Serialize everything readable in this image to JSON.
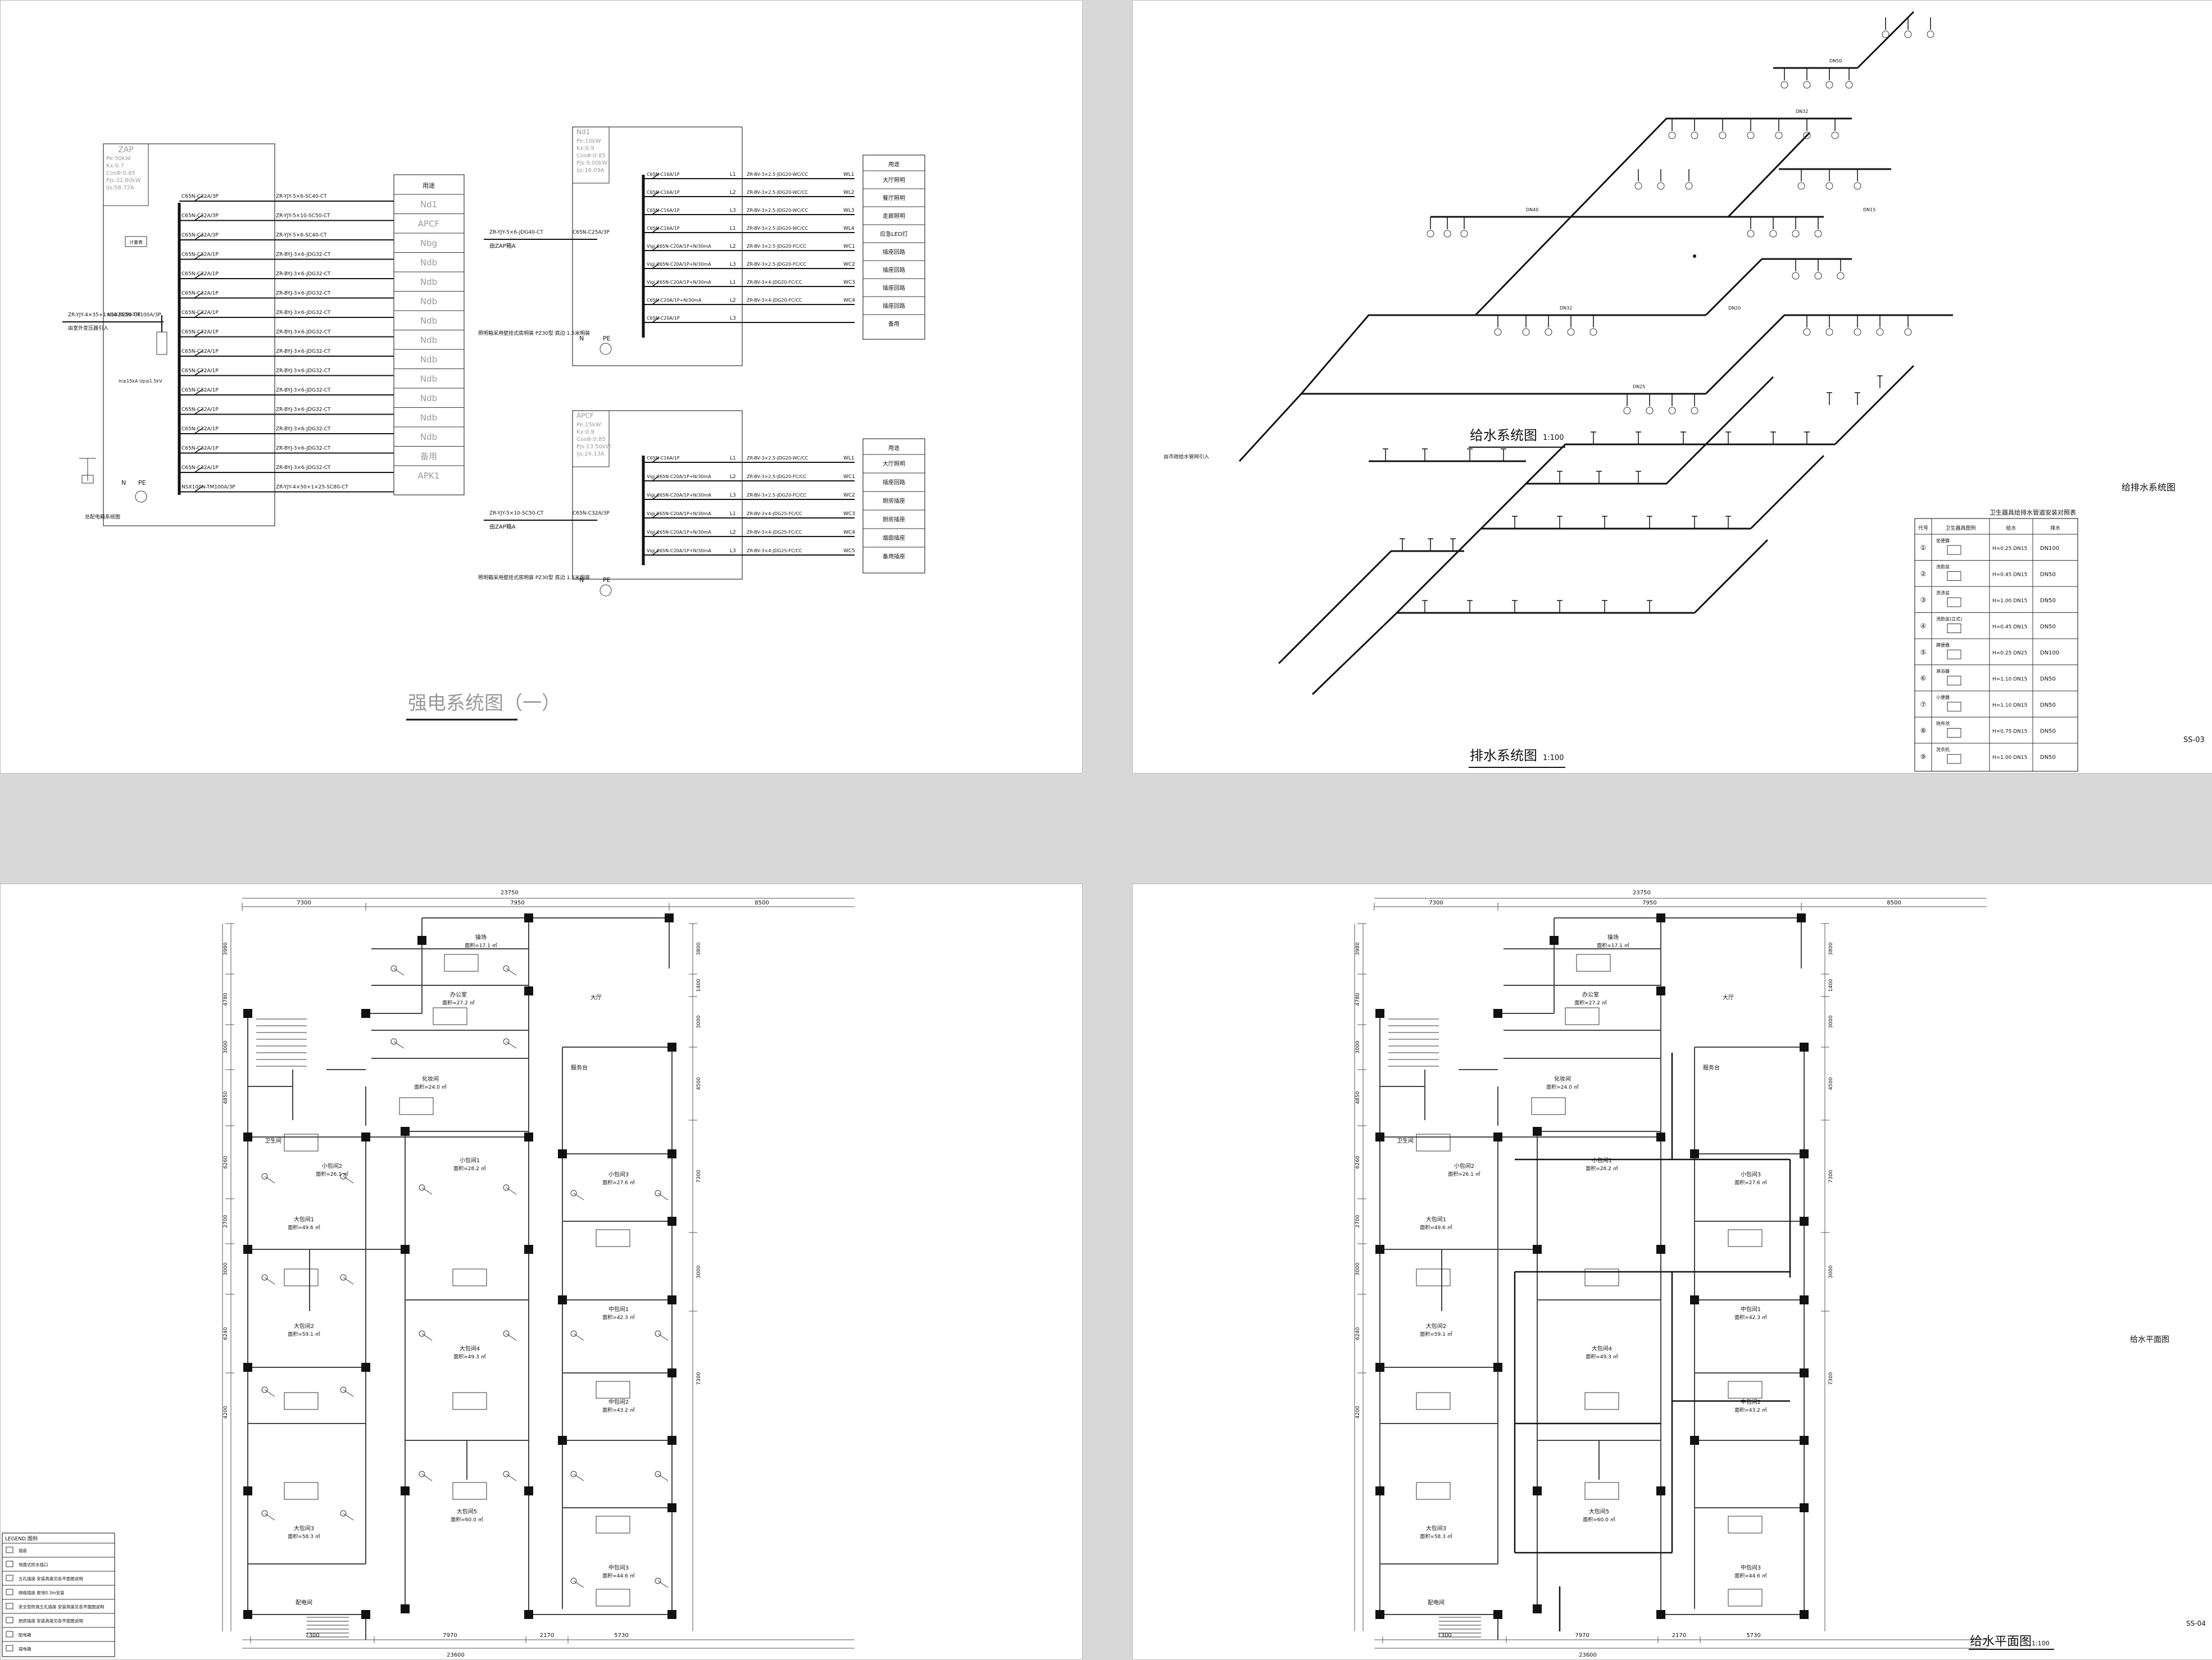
{
  "electrical": {
    "title": "强电系统图（一）",
    "main_panel": {
      "name": "ZAP",
      "params": [
        "Pe:50kW",
        "Kx:0.7",
        "CosΦ:0.85",
        "Pjs:32.80kW",
        "Ijs:58.72A"
      ],
      "incoming_cable": "ZR-YJY-4×35+1×16-SC50-CT",
      "incoming_breaker": "NSX250N-TM100A/3P",
      "incoming_note": "由室外变压器引入",
      "ground_note": "总配电箱系统图",
      "meter_label": "计量表",
      "spd_note": "In≥15kA Up≤1.5kV",
      "ground_labels": [
        "N",
        "PE"
      ],
      "breakers": [
        "C65N-C32A/3P",
        "C65N-C32A/3P",
        "C65N-C32A/3P",
        "C65N-C32A/1P",
        "C65N-C32A/1P",
        "C65N-C32A/1P",
        "C65N-C32A/1P",
        "C65N-C32A/1P",
        "C65N-C32A/1P",
        "C65N-C32A/1P",
        "C65N-C32A/1P",
        "C65N-C32A/1P",
        "C65N-C32A/1P",
        "C65N-C32A/1P",
        "C65N-C32A/1P",
        "NSX100N-TM100A/3P"
      ],
      "cables": [
        "ZR-YJY-5×6-SC40-CT",
        "ZR-YJY-5×10-SC50-CT",
        "ZR-YJY-5×6-SC40-CT",
        "ZR-BYJ-3×6-JDG32-CT",
        "ZR-BYJ-3×6-JDG32-CT",
        "ZR-BYJ-3×6-JDG32-CT",
        "ZR-BYJ-3×6-JDG32-CT",
        "ZR-BYJ-3×6-JDG32-CT",
        "ZR-BYJ-3×6-JDG32-CT",
        "ZR-BYJ-3×6-JDG32-CT",
        "ZR-BYJ-3×6-JDG32-CT",
        "ZR-BYJ-3×6-JDG32-CT",
        "ZR-BYJ-3×6-JDG32-CT",
        "ZR-BYJ-3×6-JDG32-CT",
        "ZR-BYJ-3×6-JDG32-CT",
        "ZR-YJY-4×50+1×25-SC80-CT"
      ],
      "uses_header": "用途",
      "uses": [
        "Nd1",
        "APCF",
        "Nbg",
        "Ndb",
        "Ndb",
        "Ndb",
        "Ndb",
        "Ndb",
        "Ndb",
        "Ndb",
        "Ndb",
        "Ndb",
        "Ndb",
        "备用",
        "APK1"
      ]
    },
    "sub_panel_1": {
      "name": "Nd1",
      "params": [
        "Pe:10kW",
        "Kx:0.9",
        "CosΦ:0.85",
        "Pjs:9.00kW",
        "Ijs:16.09A"
      ],
      "feeder_cable": "ZR-YJY-5×6-JDG40-CT",
      "feeder_from": "由ZAP箱A",
      "main_breaker": "C65N-C25A/3P",
      "note": "照明箱采用壁挂式底明装 PZ30型 底边 1.5米明装",
      "ground_labels": [
        "N",
        "PE"
      ],
      "breakers": [
        "C65N-C16A/1P",
        "C65N-C16A/1P",
        "C65N-C16A/1P",
        "C65N-C16A/1P",
        "Vigi C65N-C20A/1P+N/30mA",
        "Vigi C65N-C20A/1P+N/30mA",
        "Vigi C65N-C20A/1P+N/30mA",
        "C65N-C20A/1P+N/30mA",
        "C65N-C20A/1P"
      ],
      "phases": [
        "L1",
        "L2",
        "L3",
        "L1",
        "L2",
        "L3",
        "L1",
        "L2",
        "L3"
      ],
      "cables": [
        "ZR-BV-3×2.5-JDG20-WC/CC",
        "ZR-BV-3×2.5-JDG20-WC/CC",
        "ZR-BV-3×2.5-JDG20-WC/CC",
        "ZR-BV-3×2.5-JDG20-WC/CC",
        "ZR-BV-3×2.5-JDG20-FC/CC",
        "ZR-BV-3×2.5-JDG20-FC/CC",
        "ZR-BV-3×4-JDG20-FC/CC",
        "ZR-BV-3×4-JDG20-FC/CC",
        ""
      ],
      "circuits": [
        "WL1",
        "WL2",
        "WL3",
        "WL4",
        "WC1",
        "WC2",
        "WC3",
        "WC4",
        ""
      ],
      "uses_header": "用途",
      "uses": [
        "大厅照明",
        "餐厅照明",
        "走廊照明",
        "应急LED灯",
        "插座回路",
        "插座回路",
        "插座回路",
        "插座回路",
        "备用"
      ]
    },
    "sub_panel_2": {
      "name": "APCF",
      "params": [
        "Pe:15kW",
        "Kx:0.9",
        "CosΦ:0.85",
        "Pjs:13.50kW",
        "Ijs:24.13A"
      ],
      "feeder_cable": "ZR-YJY-5×10-SC50-CT",
      "feeder_from": "由ZAP箱A",
      "main_breaker": "C65N-C32A/3P",
      "note": "照明箱采用壁挂式底明装 PZ30型 底边 1.5米明装",
      "ground_labels": [
        "N",
        "PE"
      ],
      "breakers": [
        "C65N-C16A/1P",
        "Vigi C65N-C20A/1P+N/30mA",
        "Vigi C65N-C20A/1P+N/30mA",
        "Vigi C65N-C20A/1P+N/30mA",
        "Vigi C65N-C20A/1P+N/30mA",
        "Vigi C65N-C20A/1P+N/30mA"
      ],
      "phases": [
        "L1",
        "L2",
        "L3",
        "L1",
        "L2",
        "L3"
      ],
      "cables": [
        "ZR-BV-3×2.5-JDG20-WC/CC",
        "ZR-BV-3×2.5-JDG20-FC/CC",
        "ZR-BV-3×2.5-JDG20-FC/CC",
        "ZR-BV-3×4-JDG25-FC/CC",
        "ZR-BV-3×4-JDG25-FC/CC",
        "ZR-BV-3×4-JDG25-FC/CC"
      ],
      "circuits": [
        "WL1",
        "WC1",
        "WC2",
        "WC3",
        "WC4",
        "WC5"
      ],
      "uses_header": "用途",
      "uses": [
        "大厅照明",
        "插座回路",
        "厨房插座",
        "厨房插座",
        "烟囱插座",
        "备用插座"
      ]
    }
  },
  "plumbing": {
    "supply_title": "给水系统图",
    "supply_scale": "1:100",
    "drain_title": "排水系统图",
    "drain_scale": "1:100",
    "sheet_title": "给排水系统图",
    "sheet_code": "SS-03",
    "pipe_labels": [
      "DN32",
      "DN25",
      "DN20",
      "DN15",
      "DN50",
      "DN40"
    ],
    "supply_entry_note": "由市政给水管网引入",
    "legend": {
      "title": "卫生器具给排水管道安装对照表",
      "headers": [
        "代号",
        "卫生器具图例",
        "给水",
        "排水"
      ],
      "rows": [
        {
          "code": "①",
          "name": "坐便器",
          "supply": "H=0.25 DN15",
          "drain": "DN100"
        },
        {
          "code": "②",
          "name": "洗脸盆",
          "supply": "H=0.45 DN15",
          "drain": "DN50"
        },
        {
          "code": "③",
          "name": "洗涤盆",
          "supply": "H=1.00 DN15",
          "drain": "DN50"
        },
        {
          "code": "④",
          "name": "洗脸盆(立式)",
          "supply": "H=0.45 DN15",
          "drain": "DN50"
        },
        {
          "code": "⑤",
          "name": "蹲便器",
          "supply": "H=0.25 DN25",
          "drain": "DN100"
        },
        {
          "code": "⑥",
          "name": "淋浴器",
          "supply": "H=1.10 DN15",
          "drain": "DN50"
        },
        {
          "code": "⑦",
          "name": "小便器",
          "supply": "H=1.10 DN15",
          "drain": "DN50"
        },
        {
          "code": "⑧",
          "name": "拖布池",
          "supply": "H=0.75 DN15",
          "drain": "DN50"
        },
        {
          "code": "⑨",
          "name": "洗衣机",
          "supply": "H=1.00 DN15",
          "drain": "DN50"
        }
      ]
    }
  },
  "floor_plan": {
    "overall_dim": "23750",
    "top_dims": [
      "7300",
      "7950",
      "8500"
    ],
    "bottom_dims": [
      "7300",
      "7970",
      "2170",
      "5730"
    ],
    "bottom_total": "23600",
    "left_dims": [
      "3980",
      "4780",
      "3000",
      "4850",
      "6260",
      "2700",
      "3000",
      "6240",
      "4200"
    ],
    "right_dims": [
      "3800",
      "1400",
      "3000",
      "4500",
      "7300",
      "3000",
      "7300"
    ],
    "rooms": [
      {
        "name": "操场",
        "area": "面积=17.1 ㎡"
      },
      {
        "name": "办公室",
        "area": "面积=27.2 ㎡"
      },
      {
        "name": "化妆间",
        "area": "面积=24.0 ㎡"
      },
      {
        "name": "大厅",
        "area": ""
      },
      {
        "name": "服务台",
        "area": ""
      },
      {
        "name": "配电间",
        "area": ""
      },
      {
        "name": "大包间1",
        "area": "面积=49.6 ㎡"
      },
      {
        "name": "大包间2",
        "area": "面积=59.1 ㎡"
      },
      {
        "name": "大包间3",
        "area": "面积=58.3 ㎡"
      },
      {
        "name": "大包间4",
        "area": "面积=49.3 ㎡"
      },
      {
        "name": "大包间5",
        "area": "面积=60.0 ㎡"
      },
      {
        "name": "小包间1",
        "area": "面积=28.2 ㎡"
      },
      {
        "name": "小包间2",
        "area": "面积=26.1 ㎡"
      },
      {
        "name": "小包间3",
        "area": "面积=27.6 ㎡"
      },
      {
        "name": "中包间1",
        "area": "面积=42.3 ㎡"
      },
      {
        "name": "中包间2",
        "area": "面积=43.2 ㎡"
      },
      {
        "name": "中包间3",
        "area": "面积=44.6 ㎡"
      },
      {
        "name": "卫生间",
        "area": ""
      }
    ],
    "legend_title": "LEGEND 图例",
    "legend_items": [
      "插座",
      "地面式防水插口",
      "五孔插座 安装高度见各平面图说明",
      "网络插座 距地0.3m安装",
      "安全型防溅五孔插座 安装高度见各平面图说明",
      "厨房插座 安装高度见各平面图说明",
      "配电箱",
      "弱电箱"
    ],
    "supply_plan_title": "给水平面图",
    "supply_plan_scale": "1:100",
    "supply_plan_label": "给水平面图",
    "supply_plan_code": "SS-04"
  }
}
